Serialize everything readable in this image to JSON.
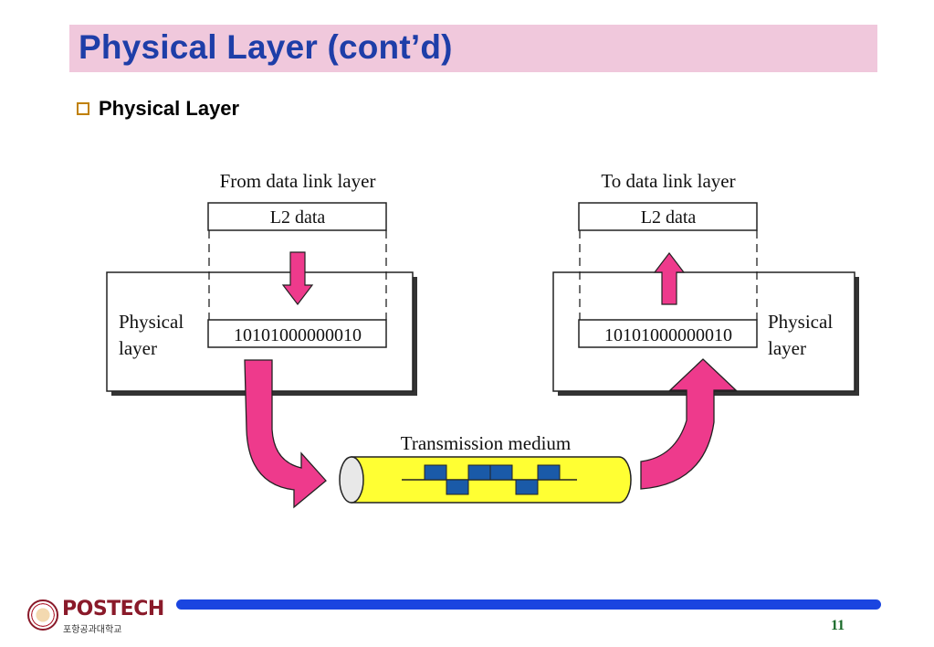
{
  "slide": {
    "title": "Physical Layer (cont’d)",
    "bullet": "Physical Layer",
    "page_number": "11"
  },
  "diagram": {
    "left": {
      "heading": "From data link layer",
      "data_label": "L2 data",
      "layer_label_line1": "Physical",
      "layer_label_line2": "layer",
      "bits": "10101000000010"
    },
    "right": {
      "heading": "To data link layer",
      "data_label": "L2 data",
      "layer_label_line1": "Physical",
      "layer_label_line2": "layer",
      "bits": "10101000000010"
    },
    "medium_label": "Transmission medium"
  },
  "logo": {
    "name": "POSTECH",
    "subtitle": "포항공과대학교"
  },
  "colors": {
    "title_bar": "#f0c8dc",
    "title_text": "#1e3ea8",
    "arrow": "#ee3a8c",
    "medium": "#ffff33",
    "signal": "#1a5aa8",
    "footer_bar": "#1a45e0"
  }
}
